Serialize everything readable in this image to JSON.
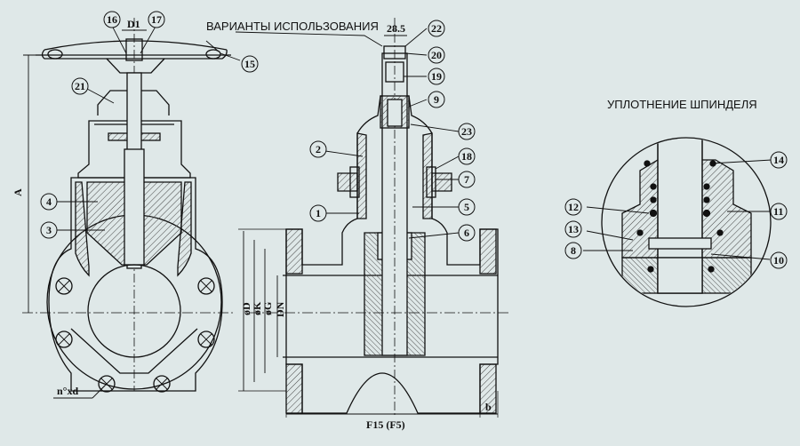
{
  "labels": {
    "usage_variants": "ВАРИАНТЫ ИСПОЛЬЗОВАНИЯ",
    "stem_seal": "УПЛОТНЕНИЕ ШПИНДЕЛЯ"
  },
  "dimensions": {
    "d1": "D1",
    "a": "A",
    "square": "28.5",
    "od": "øD",
    "ok": "øK",
    "og": "øG",
    "dn": "DN",
    "bolts": "n°xd",
    "f15": "F15 (F5)",
    "b": "b"
  },
  "callouts": [
    "1",
    "2",
    "3",
    "4",
    "5",
    "6",
    "7",
    "8",
    "9",
    "10",
    "11",
    "12",
    "13",
    "14",
    "15",
    "16",
    "17",
    "18",
    "19",
    "20",
    "21",
    "22",
    "23"
  ],
  "colors": {
    "background": "#dfe8e8",
    "line": "#111111",
    "hatch": "#555555"
  }
}
